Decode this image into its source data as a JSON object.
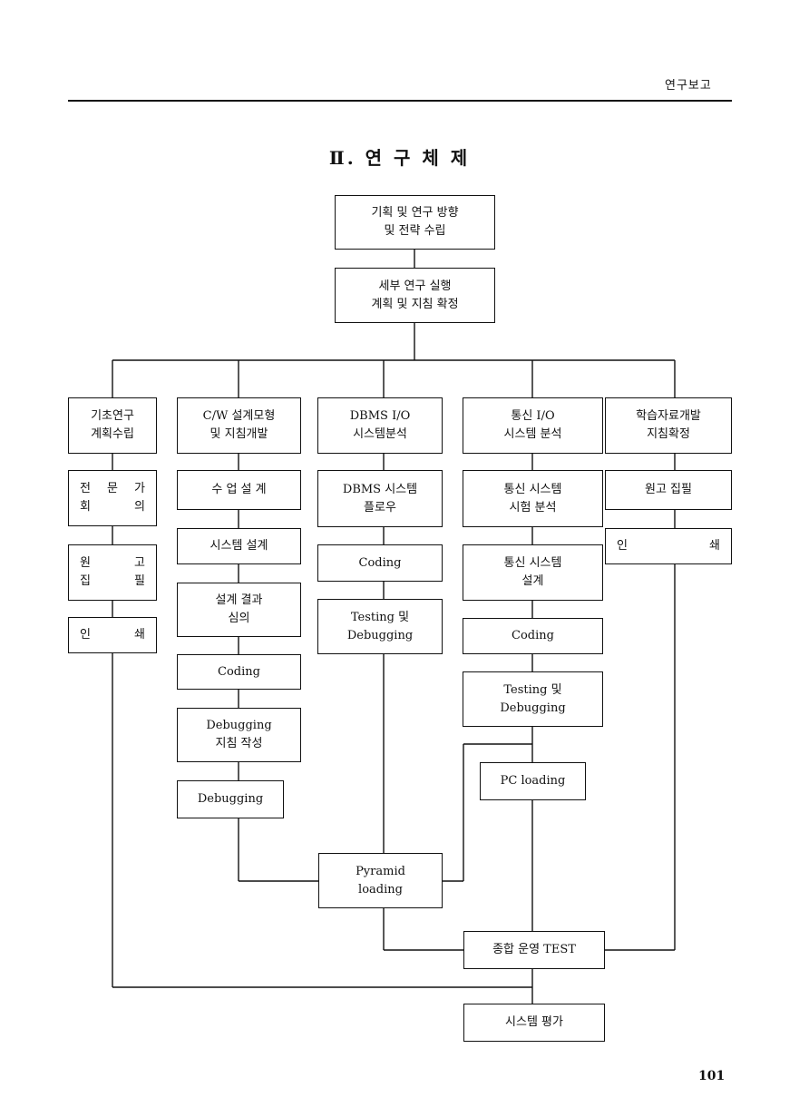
{
  "header": {
    "section": "연구보고"
  },
  "page_title": "Ⅱ. 연 구  체 제",
  "page_number": "101",
  "boxes": {
    "plan": [
      "기획 및 연구 방향",
      "및 전략 수립"
    ],
    "detail": [
      "세부 연구 실행",
      "계획 및 지침 확정"
    ],
    "col1": {
      "head": [
        "기초연구",
        "계획수립"
      ],
      "expert": [
        "전 문 가",
        "회       의"
      ],
      "draft": [
        "원       고",
        "집       필"
      ],
      "print": [
        "인       쇄"
      ]
    },
    "col2": {
      "head": [
        "C/W 설계모형",
        "및 지침개발"
      ],
      "class_design": [
        "수 업 설 계"
      ],
      "sys_design": [
        "시스템 설계"
      ],
      "review": [
        "설계 결과",
        "심의"
      ],
      "coding": [
        "Coding"
      ],
      "debug_guide": [
        "Debugging",
        "지침 작성"
      ],
      "debugging": [
        "Debugging"
      ]
    },
    "col3": {
      "head": [
        "DBMS I/O",
        "시스템분석"
      ],
      "flow": [
        "DBMS 시스템",
        "플로우"
      ],
      "coding": [
        "Coding"
      ],
      "testing": [
        "Testing 및",
        "Debugging"
      ]
    },
    "col4": {
      "head": [
        "통신 I/O",
        "시스템 분석"
      ],
      "test_analysis": [
        "통신 시스템",
        "시험 분석"
      ],
      "design": [
        "통신 시스템",
        "설계"
      ],
      "coding": [
        "Coding"
      ],
      "testing": [
        "Testing 및",
        "Debugging"
      ],
      "pc_loading": [
        "PC loading"
      ]
    },
    "col5": {
      "head": [
        "학습자료개발",
        "지침확정"
      ],
      "draft": [
        "원고 집필"
      ],
      "print": [
        "인       쇄"
      ]
    },
    "pyramid": [
      "Pyramid",
      "loading"
    ],
    "integrated": [
      "종합 운영 TEST"
    ],
    "evaluation": [
      "시스템 평가"
    ]
  }
}
